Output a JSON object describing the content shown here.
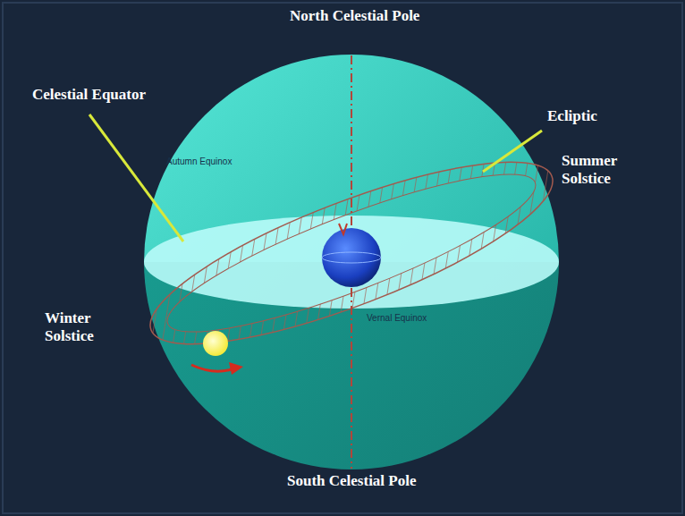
{
  "diagram": {
    "labels": [
      "North Celestial Pole",
      "Celestial Equator",
      "Ecliptic",
      "Summer Solstice",
      "Autumn Equinox",
      "Winter Solstice",
      "Vernal Equinox",
      "South Celestial Pole"
    ]
  }
}
